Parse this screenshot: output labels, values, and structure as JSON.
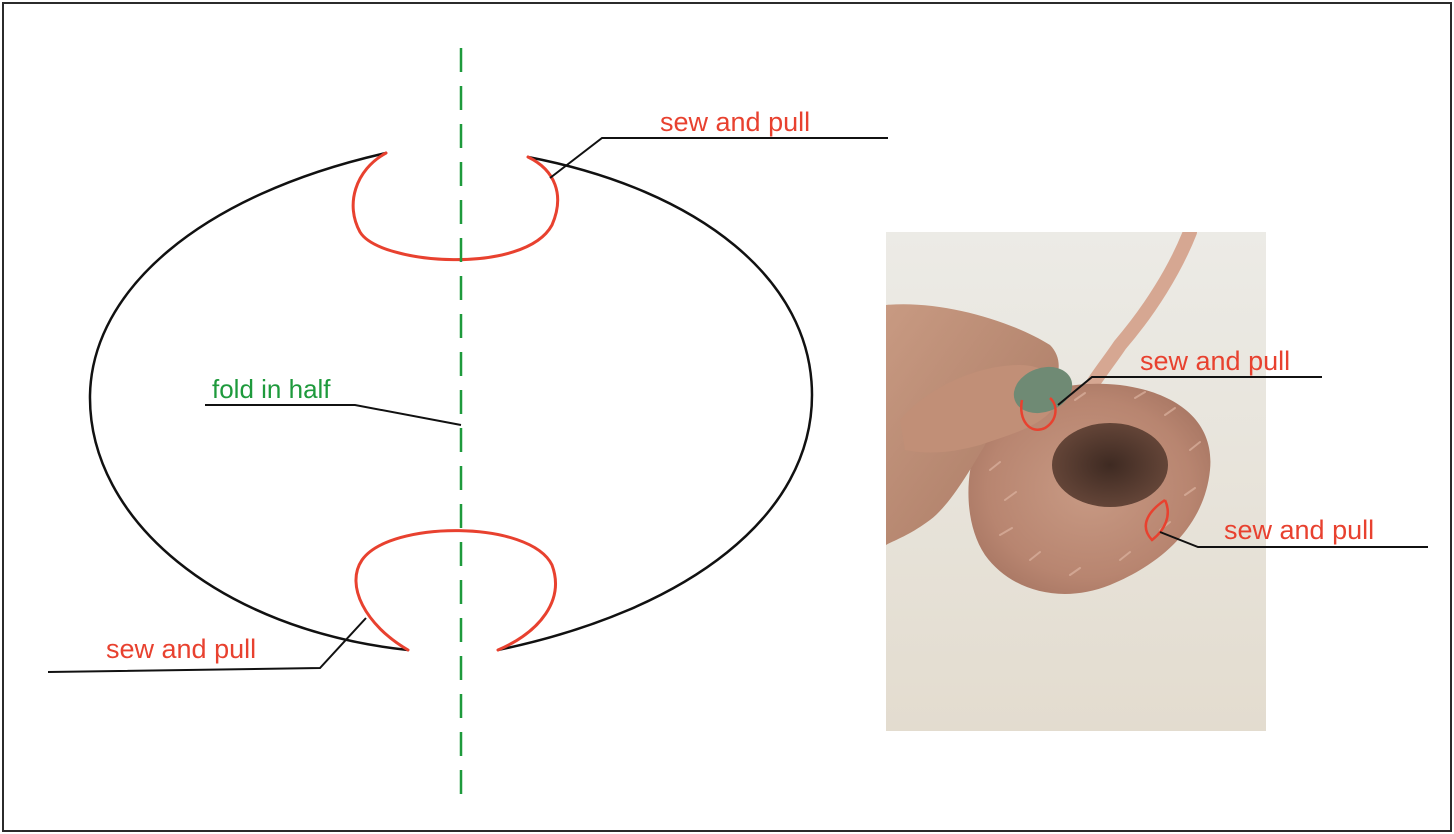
{
  "labels": {
    "top_sew": "sew and pull",
    "bottom_sew": "sew and pull",
    "fold": "fold in half",
    "photo_sew_1": "sew and pull",
    "photo_sew_2": "sew and pull"
  },
  "colors": {
    "outline": "#111111",
    "sew_curve": "#e8412f",
    "fold_line": "#1e9a3c",
    "label_red": "#e8412f",
    "label_green": "#1e9a3c",
    "border": "#2b2b2b"
  },
  "photo": {
    "subject": "pink faux-fur pouch held by a hand with a green-painted fingernail, cord extending upward"
  }
}
